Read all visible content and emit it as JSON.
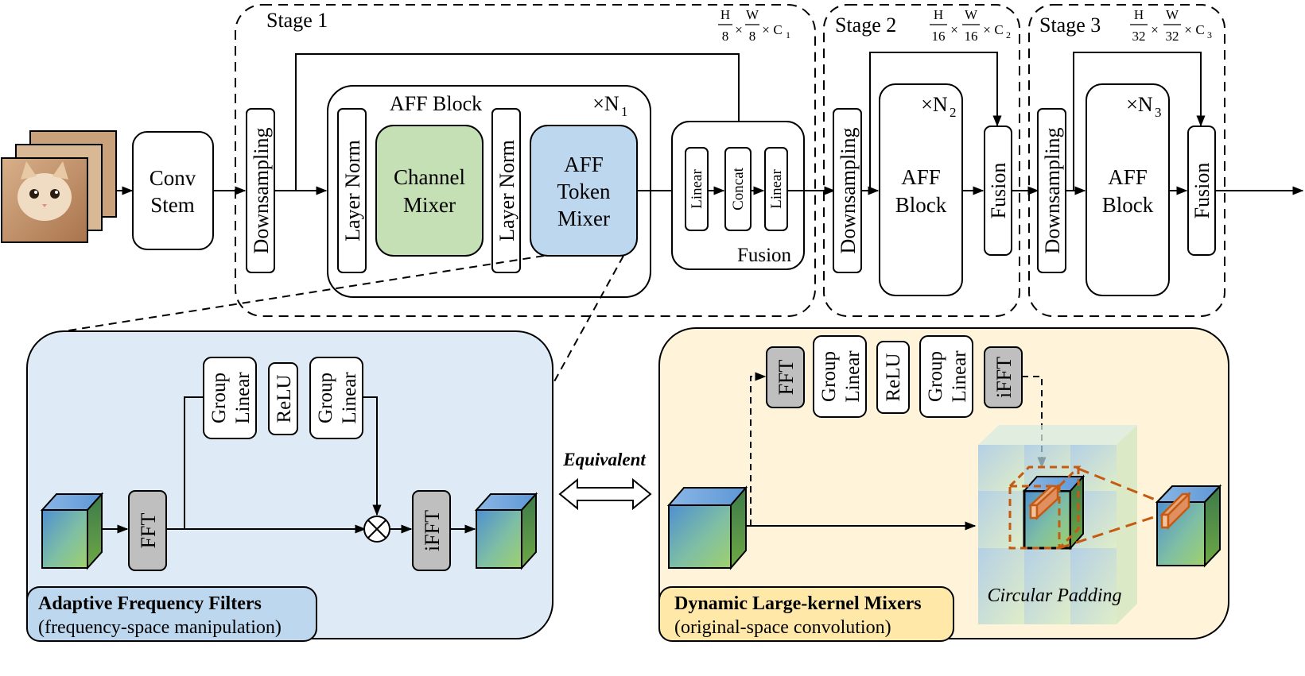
{
  "input_image": {
    "subject": "photo of a cat (stack of input images)"
  },
  "conv_stem": {
    "line1": "Conv",
    "line2": "Stem"
  },
  "stage1": {
    "title": "Stage 1",
    "dim": {
      "h_num": "H",
      "h_den": "8",
      "w_num": "W",
      "w_den": "8",
      "times": "×",
      "c_main": "C",
      "c_sub": "1"
    },
    "downsampling": "Downsampling",
    "aff_block": {
      "title": "AFF Block",
      "repeat": "×N",
      "repeat_sub": "1",
      "layer_norm_1": "Layer Norm",
      "channel_mixer": {
        "line1": "Channel",
        "line2": "Mixer"
      },
      "layer_norm_2": "Layer Norm",
      "token_mixer": {
        "line1": "AFF",
        "line2": "Token",
        "line3": "Mixer"
      }
    },
    "fusion": {
      "title": "Fusion",
      "linear_1": "Linear",
      "concat": "Concat",
      "linear_2": "Linear"
    }
  },
  "stage2": {
    "title": "Stage 2",
    "dim": {
      "h_num": "H",
      "h_den": "16",
      "w_num": "W",
      "w_den": "16",
      "times": "×",
      "c_main": "C",
      "c_sub": "2"
    },
    "downsampling": "Downsampling",
    "aff_block": {
      "repeat": "×N",
      "repeat_sub": "2",
      "line1": "AFF",
      "line2": "Block"
    },
    "fusion": "Fusion"
  },
  "stage3": {
    "title": "Stage 3",
    "dim": {
      "h_num": "H",
      "h_den": "32",
      "w_num": "W",
      "w_den": "32",
      "times": "×",
      "c_main": "C",
      "c_sub": "3"
    },
    "downsampling": "Downsampling",
    "aff_block": {
      "repeat": "×N",
      "repeat_sub": "3",
      "line1": "AFF",
      "line2": "Block"
    },
    "fusion": "Fusion"
  },
  "adaptive_filters": {
    "fft": "FFT",
    "group_linear_1": {
      "line1": "Group",
      "line2": "Linear"
    },
    "relu": "ReLU",
    "group_linear_2": {
      "line1": "Group",
      "line2": "Linear"
    },
    "ifft": "iFFT",
    "caption_title": "Adaptive Frequency Filters",
    "caption_sub": "(frequency-space manipulation)"
  },
  "equivalent": "Equivalent",
  "dynamic_mixers": {
    "fft": "FFT",
    "group_linear_1": {
      "line1": "Group",
      "line2": "Linear"
    },
    "relu": "ReLU",
    "group_linear_2": {
      "line1": "Group",
      "line2": "Linear"
    },
    "ifft": "iFFT",
    "circular_padding": "Circular Padding",
    "caption_title": "Dynamic Large-kernel Mixers",
    "caption_sub": "(original-space convolution)"
  },
  "colors": {
    "token_mixer_fill": "#bdd7ee",
    "channel_mixer_fill": "#c5e0b4",
    "left_panel_fill": "#deebf7",
    "right_panel_fill": "#fff4d9",
    "gray_box_fill": "#bfbfbf",
    "padding_orange": "#c55a11"
  }
}
